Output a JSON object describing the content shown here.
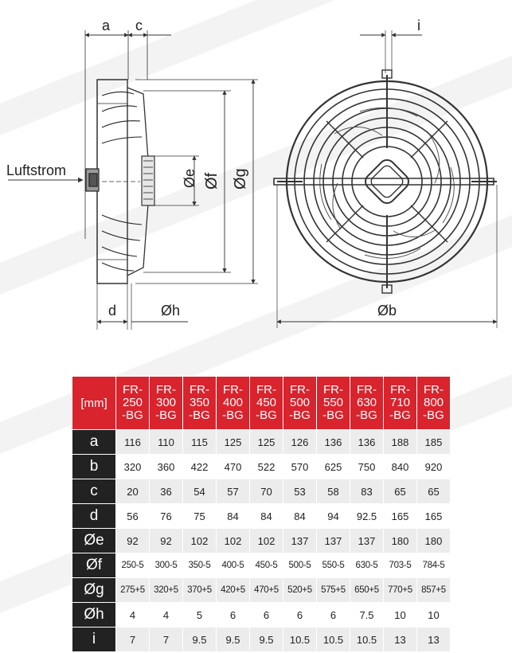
{
  "drawing": {
    "labels": {
      "a": "a",
      "c": "c",
      "i": "i",
      "d": "d",
      "oh": "Øh",
      "ob": "Øb",
      "oe": "Øe",
      "of": "Øf",
      "og": "Øg",
      "airflow": "Luftstrom"
    }
  },
  "table": {
    "unit_header": "[mm]",
    "models": [
      [
        "FR-",
        "250",
        "-BG"
      ],
      [
        "FR-",
        "300",
        "-BG"
      ],
      [
        "FR-",
        "350",
        "-BG"
      ],
      [
        "FR-",
        "400",
        "-BG"
      ],
      [
        "FR-",
        "450",
        "-BG"
      ],
      [
        "FR-",
        "500",
        "-BG"
      ],
      [
        "FR-",
        "550",
        "-BG"
      ],
      [
        "FR-",
        "630",
        "-BG"
      ],
      [
        "FR-",
        "710",
        "-BG"
      ],
      [
        "FR-",
        "800",
        "-BG"
      ]
    ],
    "rows": [
      {
        "label": "a",
        "values": [
          "116",
          "110",
          "115",
          "125",
          "125",
          "126",
          "136",
          "136",
          "188",
          "185"
        ]
      },
      {
        "label": "b",
        "values": [
          "320",
          "360",
          "422",
          "470",
          "522",
          "570",
          "625",
          "750",
          "840",
          "920"
        ]
      },
      {
        "label": "c",
        "values": [
          "20",
          "36",
          "54",
          "57",
          "70",
          "53",
          "58",
          "83",
          "65",
          "65"
        ]
      },
      {
        "label": "d",
        "values": [
          "56",
          "76",
          "75",
          "84",
          "84",
          "84",
          "94",
          "92.5",
          "165",
          "165"
        ]
      },
      {
        "label": "Øe",
        "values": [
          "92",
          "92",
          "102",
          "102",
          "102",
          "137",
          "137",
          "137",
          "180",
          "180"
        ]
      },
      {
        "label": "Øf",
        "values": [
          "250-5",
          "300-5",
          "350-5",
          "400-5",
          "450-5",
          "500-5",
          "550-5",
          "630-5",
          "703-5",
          "784-5"
        ]
      },
      {
        "label": "Øg",
        "values": [
          "275+5",
          "320+5",
          "370+5",
          "420+5",
          "470+5",
          "520+5",
          "575+5",
          "650+5",
          "770+5",
          "857+5"
        ]
      },
      {
        "label": "Øh",
        "values": [
          "4",
          "4",
          "5",
          "6",
          "6",
          "6",
          "6",
          "7.5",
          "10",
          "10"
        ]
      },
      {
        "label": "i",
        "values": [
          "7",
          "7",
          "9.5",
          "9.5",
          "9.5",
          "10.5",
          "10.5",
          "10.5",
          "13",
          "13"
        ]
      }
    ]
  }
}
